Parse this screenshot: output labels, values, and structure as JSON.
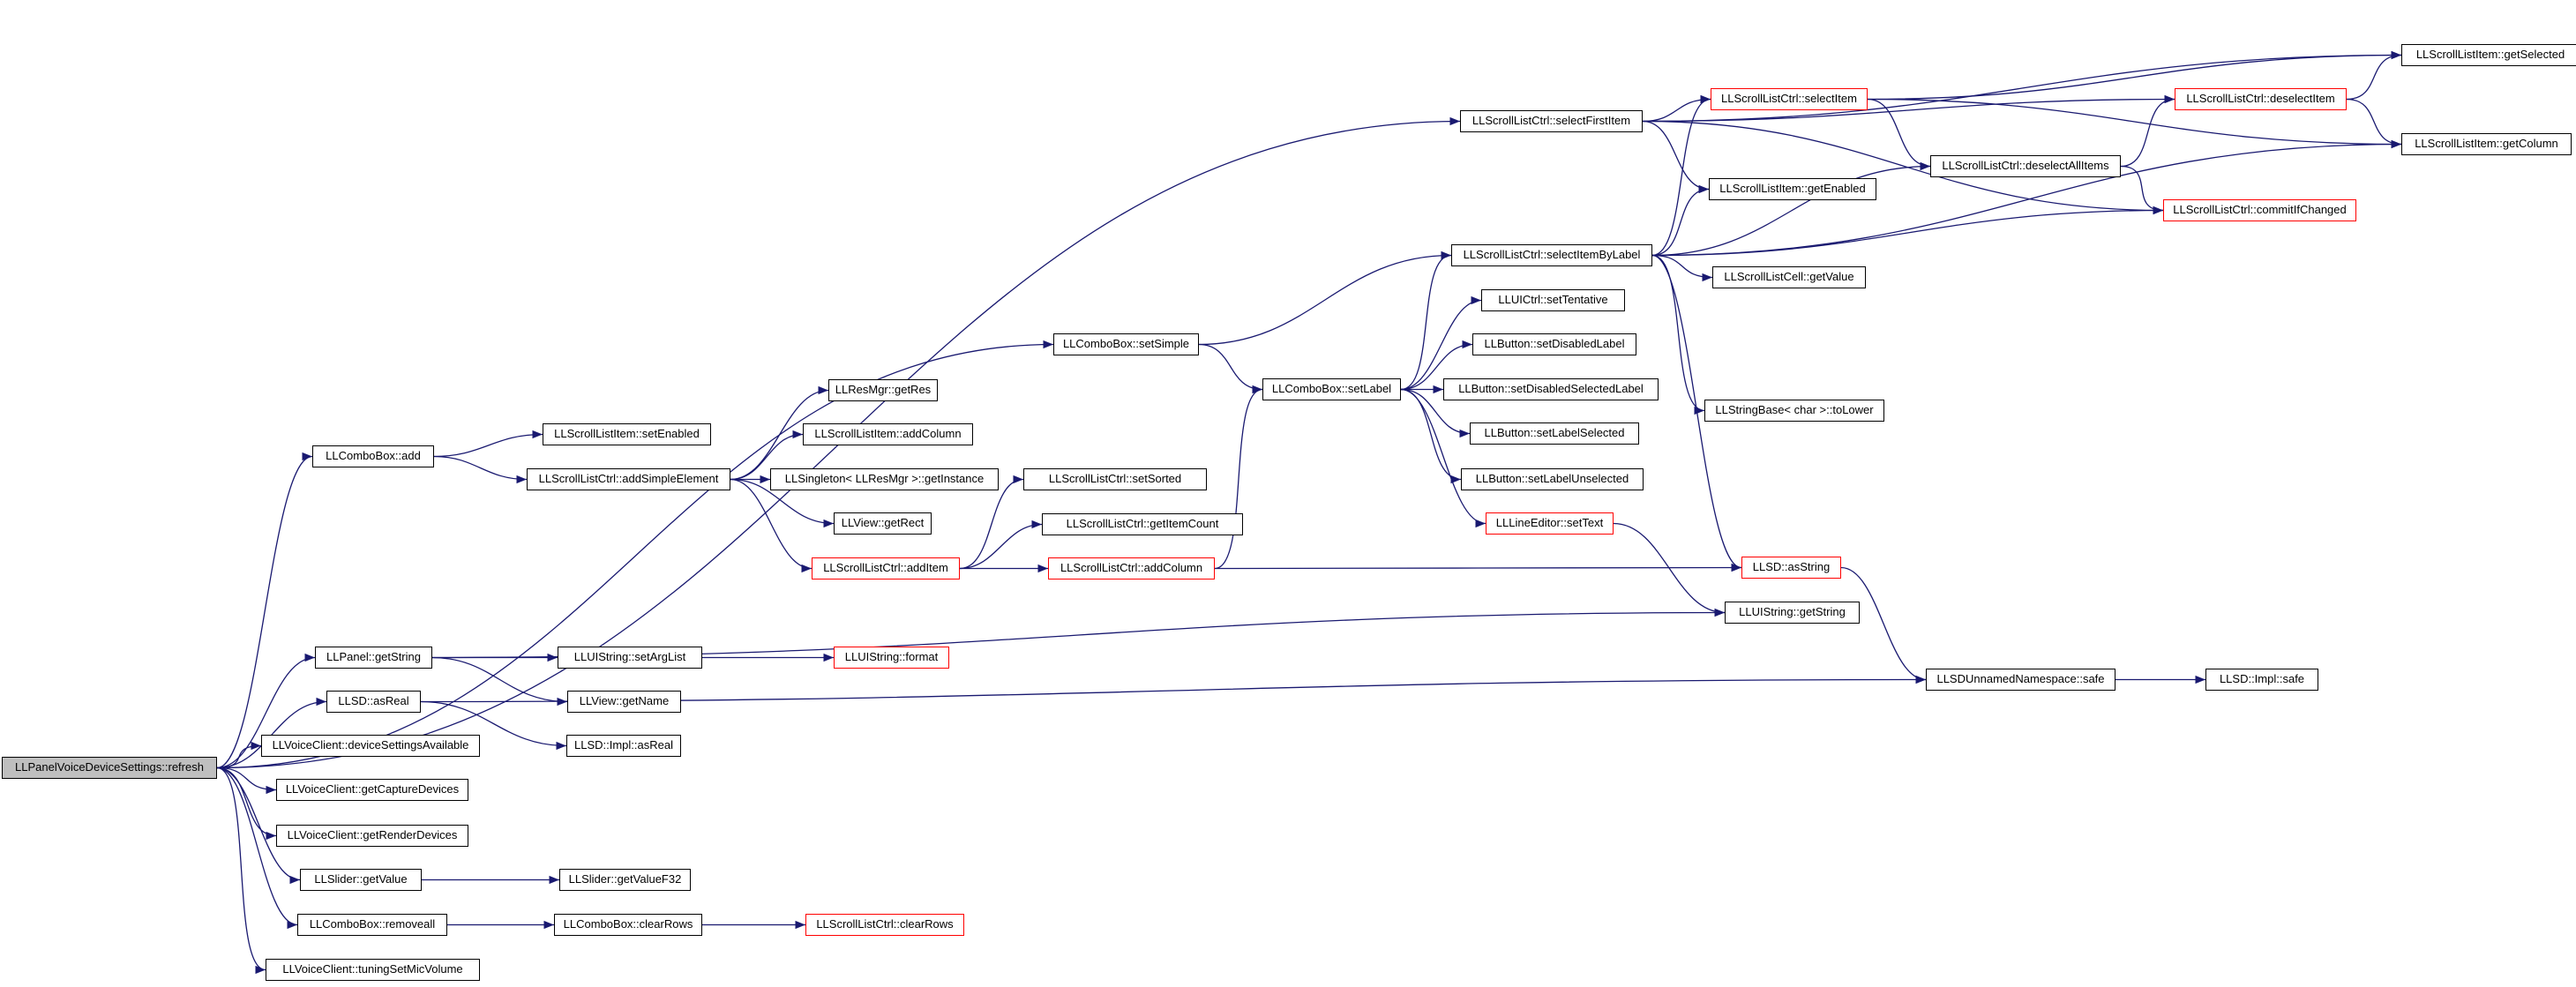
{
  "colors": {
    "edge": "#191970",
    "node_border": "#000000",
    "truncated_border": "#ff0000",
    "root_fill": "#bfbfbf"
  },
  "nodes": [
    {
      "id": "root",
      "label": "LLPanelVoiceDeviceSettings::refresh",
      "style": "root"
    },
    {
      "id": "combo_add",
      "label": "LLComboBox::add",
      "style": "normal"
    },
    {
      "id": "panel_getString",
      "label": "LLPanel::getString",
      "style": "normal"
    },
    {
      "id": "sd_asReal",
      "label": "LLSD::asReal",
      "style": "normal"
    },
    {
      "id": "vc_devAvail",
      "label": "LLVoiceClient::deviceSettingsAvailable",
      "style": "normal"
    },
    {
      "id": "vc_capture",
      "label": "LLVoiceClient::getCaptureDevices",
      "style": "normal"
    },
    {
      "id": "vc_render",
      "label": "LLVoiceClient::getRenderDevices",
      "style": "normal"
    },
    {
      "id": "slider_getValue",
      "label": "LLSlider::getValue",
      "style": "normal"
    },
    {
      "id": "combo_removeall",
      "label": "LLComboBox::removeall",
      "style": "normal"
    },
    {
      "id": "vc_tuning",
      "label": "LLVoiceClient::tuningSetMicVolume",
      "style": "normal"
    },
    {
      "id": "sli_setEnabled",
      "label": "LLScrollListItem::setEnabled",
      "style": "normal"
    },
    {
      "id": "slc_addSimple",
      "label": "LLScrollListCtrl::addSimpleElement",
      "style": "normal"
    },
    {
      "id": "uistr_setArgList",
      "label": "LLUIString::setArgList",
      "style": "normal"
    },
    {
      "id": "view_getName",
      "label": "LLView::getName",
      "style": "normal"
    },
    {
      "id": "sdimpl_asReal",
      "label": "LLSD::Impl::asReal",
      "style": "normal"
    },
    {
      "id": "slider_getValueF32",
      "label": "LLSlider::getValueF32",
      "style": "normal"
    },
    {
      "id": "combo_clearRows",
      "label": "LLComboBox::clearRows",
      "style": "normal"
    },
    {
      "id": "resmgr_getRes",
      "label": "LLResMgr::getRes",
      "style": "normal"
    },
    {
      "id": "sli_addColumn",
      "label": "LLScrollListItem::addColumn",
      "style": "normal"
    },
    {
      "id": "singleton_getInstance",
      "label": "LLSingleton< LLResMgr >::getInstance",
      "style": "normal"
    },
    {
      "id": "view_getRect",
      "label": "LLView::getRect",
      "style": "normal"
    },
    {
      "id": "slc_addItem",
      "label": "LLScrollListCtrl::addItem",
      "style": "red"
    },
    {
      "id": "uistr_format",
      "label": "LLUIString::format",
      "style": "red"
    },
    {
      "id": "slc_clearRows",
      "label": "LLScrollListCtrl::clearRows",
      "style": "red"
    },
    {
      "id": "slc_setSorted",
      "label": "LLScrollListCtrl::setSorted",
      "style": "normal"
    },
    {
      "id": "slc_getItemCount",
      "label": "LLScrollListCtrl::getItemCount",
      "style": "normal"
    },
    {
      "id": "slc_addColumn",
      "label": "LLScrollListCtrl::addColumn",
      "style": "red"
    },
    {
      "id": "combo_setSimple",
      "label": "LLComboBox::setSimple",
      "style": "normal"
    },
    {
      "id": "combo_setLabel",
      "label": "LLComboBox::setLabel",
      "style": "normal"
    },
    {
      "id": "slc_selectFirstItem",
      "label": "LLScrollListCtrl::selectFirstItem",
      "style": "normal"
    },
    {
      "id": "slc_selectItemByLabel",
      "label": "LLScrollListCtrl::selectItemByLabel",
      "style": "normal"
    },
    {
      "id": "uictrl_setTentative",
      "label": "LLUICtrl::setTentative",
      "style": "normal"
    },
    {
      "id": "btn_setDisabledLabel",
      "label": "LLButton::setDisabledLabel",
      "style": "normal"
    },
    {
      "id": "btn_setDisabledSelectedLabel",
      "label": "LLButton::setDisabledSelectedLabel",
      "style": "normal"
    },
    {
      "id": "btn_setLabelSelected",
      "label": "LLButton::setLabelSelected",
      "style": "normal"
    },
    {
      "id": "btn_setLabelUnselected",
      "label": "LLButton::setLabelUnselected",
      "style": "normal"
    },
    {
      "id": "lineeditor_setText",
      "label": "LLLineEditor::setText",
      "style": "red"
    },
    {
      "id": "slc_selectItem",
      "label": "LLScrollListCtrl::selectItem",
      "style": "red"
    },
    {
      "id": "sli_getEnabled",
      "label": "LLScrollListItem::getEnabled",
      "style": "normal"
    },
    {
      "id": "slcell_getValue",
      "label": "LLScrollListCell::getValue",
      "style": "normal"
    },
    {
      "id": "strbase_toLower",
      "label": "LLStringBase< char >::toLower",
      "style": "normal"
    },
    {
      "id": "sd_asString",
      "label": "LLSD::asString",
      "style": "red"
    },
    {
      "id": "uistr_getString",
      "label": "LLUIString::getString",
      "style": "normal"
    },
    {
      "id": "sdunnamed_safe",
      "label": "LLSDUnnamedNamespace::safe",
      "style": "normal"
    },
    {
      "id": "sdimpl_safe",
      "label": "LLSD::Impl::safe",
      "style": "normal"
    },
    {
      "id": "slc_deselectAllItems",
      "label": "LLScrollListCtrl::deselectAllItems",
      "style": "normal"
    },
    {
      "id": "slc_deselectItem",
      "label": "LLScrollListCtrl::deselectItem",
      "style": "red"
    },
    {
      "id": "slc_commitIfChanged",
      "label": "LLScrollListCtrl::commitIfChanged",
      "style": "red"
    },
    {
      "id": "sli_getSelected",
      "label": "LLScrollListItem::getSelected",
      "style": "normal"
    },
    {
      "id": "sli_getColumn",
      "label": "LLScrollListItem::getColumn",
      "style": "normal"
    }
  ],
  "edges": [
    [
      "root",
      "combo_add"
    ],
    [
      "root",
      "panel_getString"
    ],
    [
      "root",
      "sd_asReal"
    ],
    [
      "root",
      "vc_devAvail"
    ],
    [
      "root",
      "vc_capture"
    ],
    [
      "root",
      "vc_render"
    ],
    [
      "root",
      "slider_getValue"
    ],
    [
      "root",
      "combo_removeall"
    ],
    [
      "root",
      "vc_tuning"
    ],
    [
      "root",
      "combo_setSimple"
    ],
    [
      "root",
      "slc_selectFirstItem"
    ],
    [
      "combo_add",
      "sli_setEnabled"
    ],
    [
      "combo_add",
      "slc_addSimple"
    ],
    [
      "slc_addSimple",
      "resmgr_getRes"
    ],
    [
      "slc_addSimple",
      "sli_addColumn"
    ],
    [
      "slc_addSimple",
      "singleton_getInstance"
    ],
    [
      "slc_addSimple",
      "view_getRect"
    ],
    [
      "slc_addSimple",
      "slc_addItem"
    ],
    [
      "slc_addItem",
      "slc_setSorted"
    ],
    [
      "slc_addItem",
      "slc_getItemCount"
    ],
    [
      "slc_addItem",
      "slc_addColumn"
    ],
    [
      "slc_addColumn",
      "combo_setLabel"
    ],
    [
      "slc_addColumn",
      "sd_asString"
    ],
    [
      "panel_getString",
      "uistr_setArgList"
    ],
    [
      "panel_getString",
      "view_getName"
    ],
    [
      "panel_getString",
      "uistr_getString"
    ],
    [
      "uistr_setArgList",
      "uistr_format"
    ],
    [
      "sd_asReal",
      "sdimpl_asReal"
    ],
    [
      "sd_asReal",
      "sdunnamed_safe"
    ],
    [
      "slider_getValue",
      "slider_getValueF32"
    ],
    [
      "combo_removeall",
      "combo_clearRows"
    ],
    [
      "combo_clearRows",
      "slc_clearRows"
    ],
    [
      "combo_setSimple",
      "combo_setLabel"
    ],
    [
      "combo_setSimple",
      "slc_selectItemByLabel"
    ],
    [
      "combo_setLabel",
      "slc_selectItemByLabel"
    ],
    [
      "combo_setLabel",
      "uictrl_setTentative"
    ],
    [
      "combo_setLabel",
      "btn_setDisabledLabel"
    ],
    [
      "combo_setLabel",
      "btn_setDisabledSelectedLabel"
    ],
    [
      "combo_setLabel",
      "btn_setLabelSelected"
    ],
    [
      "combo_setLabel",
      "btn_setLabelUnselected"
    ],
    [
      "combo_setLabel",
      "lineeditor_setText"
    ],
    [
      "lineeditor_setText",
      "uistr_getString"
    ],
    [
      "slc_selectItemByLabel",
      "slc_selectItem"
    ],
    [
      "slc_selectItemByLabel",
      "sli_getEnabled"
    ],
    [
      "slc_selectItemByLabel",
      "slc_deselectAllItems"
    ],
    [
      "slc_selectItemByLabel",
      "slcell_getValue"
    ],
    [
      "slc_selectItemByLabel",
      "strbase_toLower"
    ],
    [
      "slc_selectItemByLabel",
      "sd_asString"
    ],
    [
      "slc_selectItemByLabel",
      "slc_commitIfChanged"
    ],
    [
      "slc_selectItemByLabel",
      "sli_getColumn"
    ],
    [
      "slc_selectFirstItem",
      "slc_selectItem"
    ],
    [
      "slc_selectFirstItem",
      "sli_getEnabled"
    ],
    [
      "slc_selectFirstItem",
      "slc_commitIfChanged"
    ],
    [
      "slc_selectFirstItem",
      "sli_getSelected"
    ],
    [
      "slc_selectFirstItem",
      "slc_deselectItem"
    ],
    [
      "slc_selectItem",
      "slc_deselectAllItems"
    ],
    [
      "slc_selectItem",
      "sli_getSelected"
    ],
    [
      "slc_selectItem",
      "sli_getColumn"
    ],
    [
      "slc_deselectAllItems",
      "slc_deselectItem"
    ],
    [
      "slc_deselectAllItems",
      "slc_commitIfChanged"
    ],
    [
      "slc_deselectItem",
      "sli_getSelected"
    ],
    [
      "slc_deselectItem",
      "sli_getColumn"
    ],
    [
      "sd_asString",
      "sdunnamed_safe"
    ],
    [
      "sdunnamed_safe",
      "sdimpl_safe"
    ]
  ]
}
